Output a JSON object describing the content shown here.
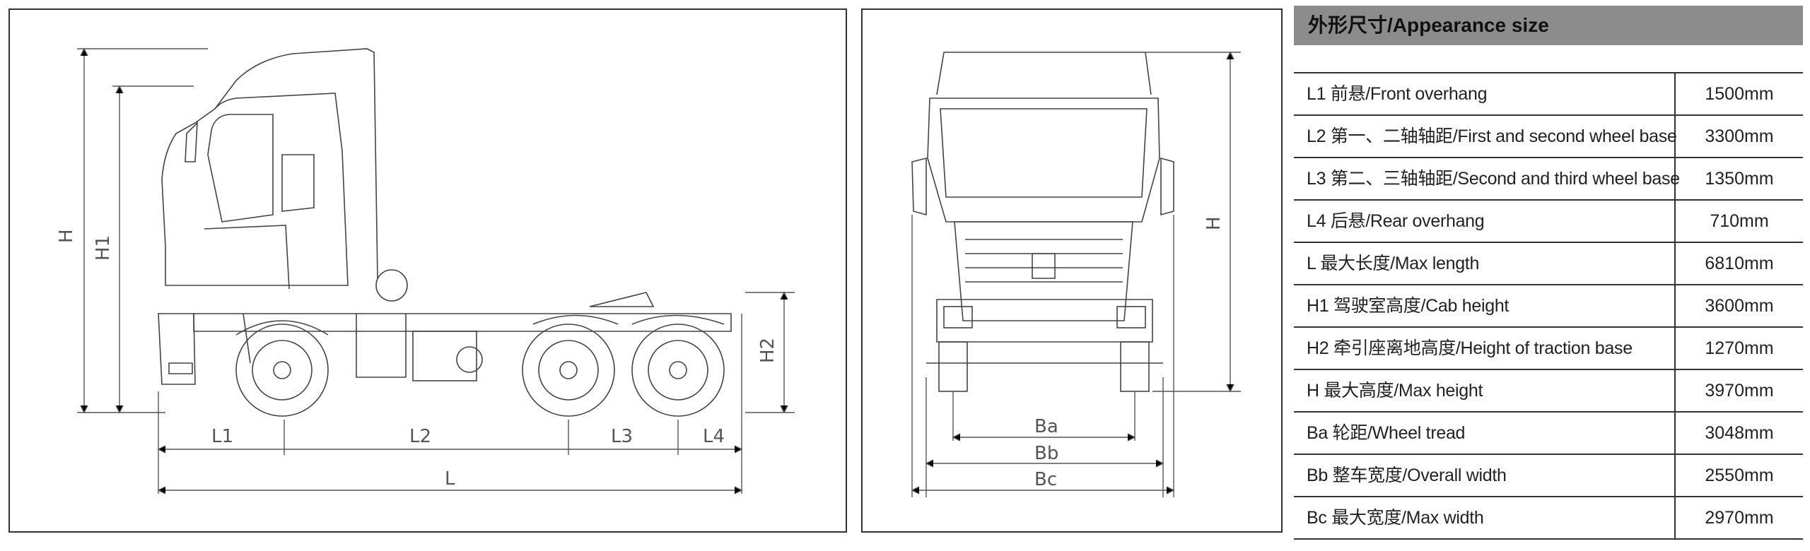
{
  "side_view": {
    "labels": {
      "H": "H",
      "H1": "H1",
      "H2": "H2",
      "L1": "L1",
      "L2": "L2",
      "L3": "L3",
      "L4": "L4",
      "L": "L"
    }
  },
  "front_view": {
    "labels": {
      "H": "H",
      "Ba": "Ba",
      "Bb": "Bb",
      "Bc": "Bc"
    }
  },
  "spec_table": {
    "title": "外形尺寸/Appearance size",
    "rows": [
      {
        "label": "L1 前悬/Front overhang",
        "value": "1500mm"
      },
      {
        "label": "L2 第一、二轴轴距/First and second wheel base",
        "value": "3300mm"
      },
      {
        "label": "L3 第二、三轴轴距/Second and third wheel base",
        "value": "1350mm"
      },
      {
        "label": "L4 后悬/Rear overhang",
        "value": "710mm"
      },
      {
        "label": "L 最大长度/Max length",
        "value": "6810mm"
      },
      {
        "label": "H1 驾驶室高度/Cab height",
        "value": "3600mm"
      },
      {
        "label": "H2 牵引座离地高度/Height of traction base",
        "value": "1270mm"
      },
      {
        "label": "H 最大高度/Max height",
        "value": "3970mm"
      },
      {
        "label": "Ba 轮距/Wheel tread",
        "value": "3048mm"
      },
      {
        "label": "Bb 整车宽度/Overall width",
        "value": "2550mm"
      },
      {
        "label": "Bc 最大宽度/Max width",
        "value": "2970mm"
      }
    ]
  }
}
